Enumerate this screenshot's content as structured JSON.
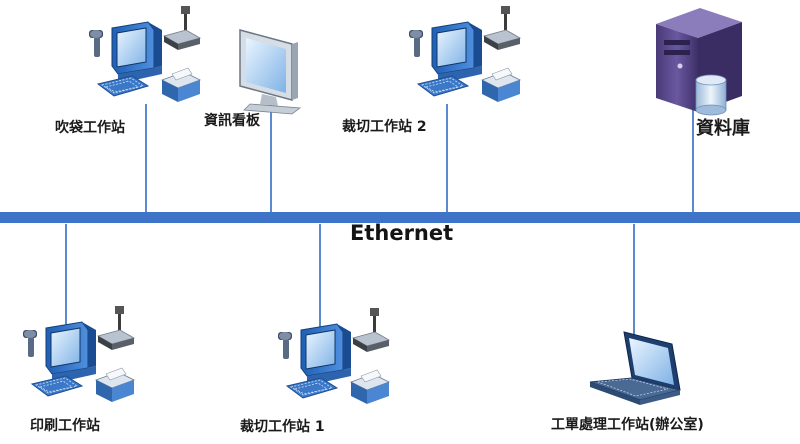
{
  "bus": {
    "label": "Ethernet"
  },
  "nodes": {
    "bag_station": {
      "label": "吹袋工作站",
      "icon": "workstation-icon"
    },
    "info_board": {
      "label": "資訊看板",
      "icon": "monitor-icon"
    },
    "cut_station_2": {
      "label": "裁切工作站 2",
      "icon": "workstation-icon"
    },
    "database": {
      "label": "資料庫",
      "icon": "server-icon"
    },
    "print_station": {
      "label": "印刷工作站",
      "icon": "workstation-icon"
    },
    "cut_station_1": {
      "label": "裁切工作站 1",
      "icon": "workstation-icon"
    },
    "office_station": {
      "label": "工單處理工作站(辦公室)",
      "icon": "laptop-icon"
    }
  },
  "colors": {
    "bus": "#3d74c7",
    "link": "#5a8ad0",
    "device_blue": "#2f6fc4",
    "server_purple": "#5b4a8a"
  }
}
